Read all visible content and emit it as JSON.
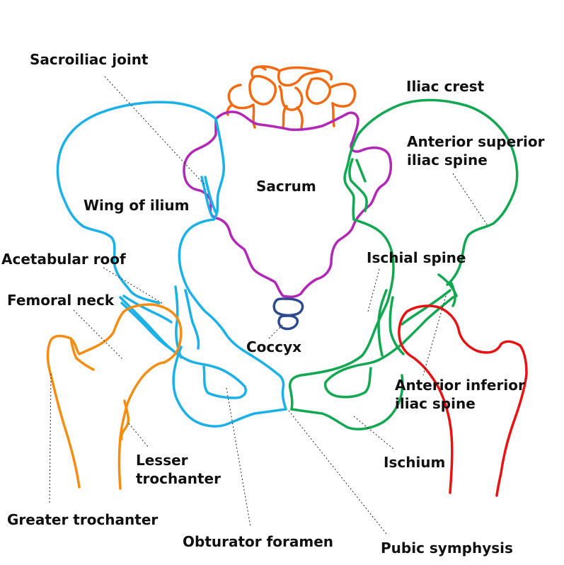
{
  "colors": {
    "ilium_right": "#1ab0e8",
    "ilium_left": "#12a851",
    "sacrum": "#b326b8",
    "sacral_vertebra": "#f26b12",
    "coccyx": "#2e4a8f",
    "femur_right": "#f58d12",
    "femur_left": "#e81212",
    "leader": "#222222",
    "label_text": "#111111"
  },
  "labels": {
    "sacroiliac_joint": "Sacroiliac joint",
    "iliac_crest": "Iliac crest",
    "asis_line1": "Anterior superior",
    "asis_line2": "iliac spine",
    "sacrum": "Sacrum",
    "wing_of_ilium": "Wing of ilium",
    "acetabular_roof": "Acetabular roof",
    "ischial_spine": "Ischial spine",
    "femoral_neck": "Femoral neck",
    "coccyx": "Coccyx",
    "aiis_line1": "Anterior inferior",
    "aiis_line2": "iliac spine",
    "lesser_trochanter_line1": "Lesser",
    "lesser_trochanter_line2": "trochanter",
    "ischium": "Ischium",
    "greater_trochanter": "Greater trochanter",
    "obturator_foramen": "Obturator foramen",
    "pubic_symphysis": "Pubic symphysis"
  }
}
